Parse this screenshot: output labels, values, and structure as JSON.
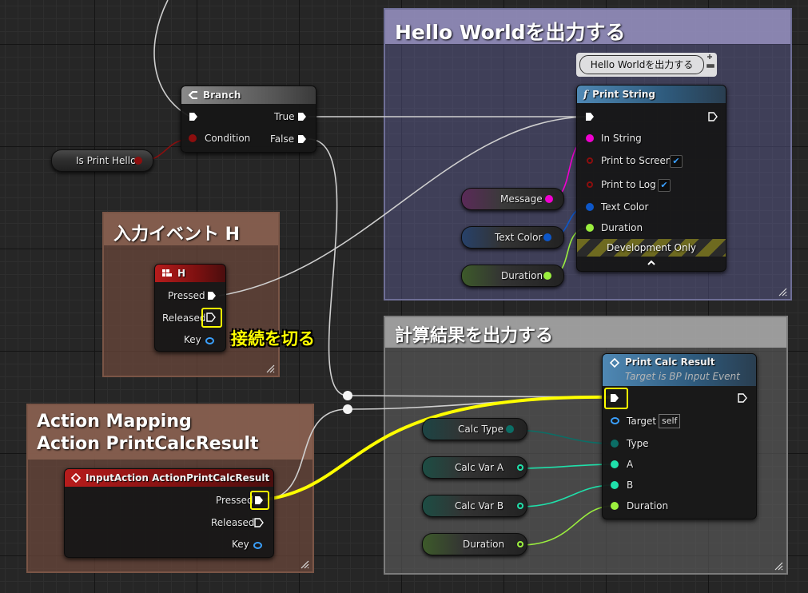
{
  "comments": {
    "hello_world": "Hello Worldを出力する",
    "input_event": "入力イベント H",
    "calc_result": "計算結果を出力する",
    "action_mapping_line1": "Action Mapping",
    "action_mapping_line2": "Action PrintCalcResult"
  },
  "branch": {
    "title": "Branch",
    "condition": "Condition",
    "true_label": "True",
    "false_label": "False"
  },
  "is_print_hello": "Is Print Hello",
  "print_string": {
    "bubble": "Hello Worldを出力する",
    "title": "Print String",
    "in_string": "In String",
    "print_to_screen": "Print to Screen",
    "print_to_log": "Print to Log",
    "text_color": "Text Color",
    "duration": "Duration",
    "dev_only": "Development Only",
    "print_to_screen_checked": true,
    "print_to_log_checked": true
  },
  "variables_top": {
    "message": "Message",
    "text_color": "Text Color",
    "duration": "Duration"
  },
  "key_h": {
    "title": "H",
    "pressed": "Pressed",
    "released": "Released",
    "key": "Key"
  },
  "annotation": "接続を切る",
  "print_calc": {
    "title": "Print Calc Result",
    "subtitle": "Target is BP Input Event",
    "target": "Target",
    "self": "self",
    "type": "Type",
    "a": "A",
    "b": "B",
    "duration": "Duration"
  },
  "variables_bottom": {
    "calc_type": "Calc Type",
    "calc_var_a": "Calc Var A",
    "calc_var_b": "Calc Var B",
    "duration": "Duration"
  },
  "input_action": {
    "title": "InputAction ActionPrintCalcResult",
    "pressed": "Pressed",
    "released": "Released",
    "key": "Key"
  },
  "colors": {
    "exec_wire": "#d0d0d0",
    "bool": "#8c0e0e",
    "string": "#f000d0",
    "struct": "#0d57c9",
    "float": "#9bef3e",
    "byte": "#0b6e66",
    "int": "#1fe0aa",
    "highlight": "#ffff00"
  }
}
